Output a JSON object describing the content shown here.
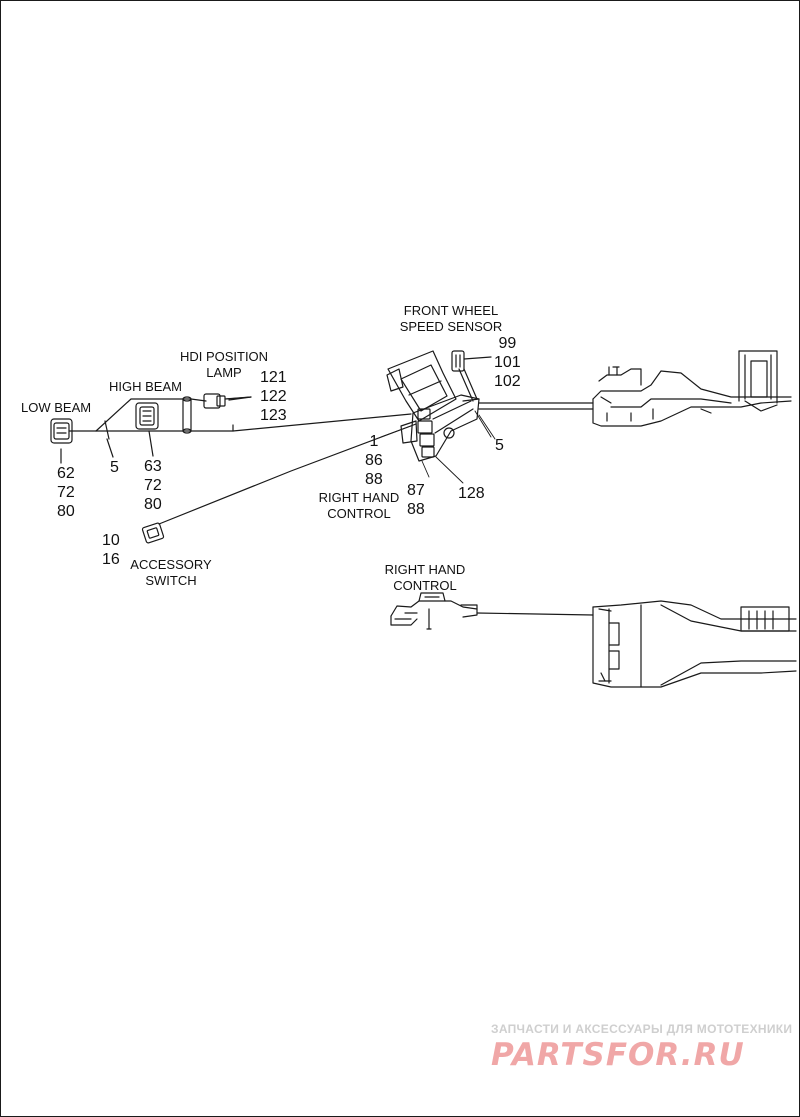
{
  "labels": {
    "front_wheel_speed_sensor": [
      "FRONT WHEEL",
      "SPEED SENSOR"
    ],
    "front_wheel_speed_sensor_parts": [
      "99",
      "101",
      "102"
    ],
    "hdi_position_lamp": [
      "HDI POSITION",
      "LAMP"
    ],
    "hdi_position_lamp_parts": [
      "121",
      "122",
      "123"
    ],
    "high_beam": "HIGH BEAM",
    "low_beam": "LOW BEAM",
    "low_beam_parts": [
      "62",
      "72",
      "80"
    ],
    "high_beam_parts": [
      "63",
      "72",
      "80"
    ],
    "tie_strap_part_left": "5",
    "tie_strap_part_right": "5",
    "right_hand_control_parts_left": [
      "1",
      "86",
      "88"
    ],
    "right_hand_control_parts_right": [
      "87",
      "88"
    ],
    "right_hand_control_part_128": "128",
    "right_hand_control": [
      "RIGHT HAND",
      "CONTROL"
    ],
    "accessory_switch_parts": [
      "10",
      "16"
    ],
    "accessory_switch": [
      "ACCESSORY",
      "SWITCH"
    ],
    "right_hand_control_detail": [
      "RIGHT HAND",
      "CONTROL"
    ]
  },
  "watermark": {
    "tagline": "ЗАПЧАСТИ И АКСЕССУАРЫ ДЛЯ МОТОТЕХНИКИ",
    "brand": "PARTSFOR.RU"
  }
}
